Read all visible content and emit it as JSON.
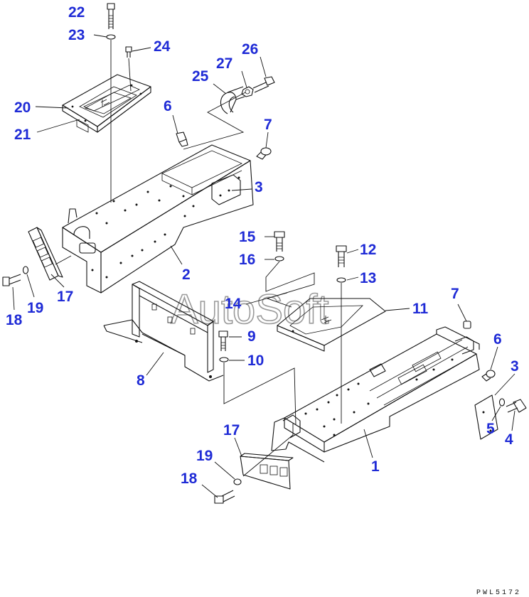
{
  "watermark": "AutoSoft",
  "drawing_code": "PWL5172",
  "callouts": [
    {
      "id": "c22",
      "text": "22"
    },
    {
      "id": "c23",
      "text": "23"
    },
    {
      "id": "c24",
      "text": "24"
    },
    {
      "id": "c26",
      "text": "26"
    },
    {
      "id": "c27",
      "text": "27"
    },
    {
      "id": "c25",
      "text": "25"
    },
    {
      "id": "c20",
      "text": "20"
    },
    {
      "id": "c21",
      "text": "21"
    },
    {
      "id": "c6a",
      "text": "6"
    },
    {
      "id": "c7a",
      "text": "7"
    },
    {
      "id": "c3a",
      "text": "3"
    },
    {
      "id": "c2",
      "text": "2"
    },
    {
      "id": "c17a",
      "text": "17"
    },
    {
      "id": "c19a",
      "text": "19"
    },
    {
      "id": "c18a",
      "text": "18"
    },
    {
      "id": "c15",
      "text": "15"
    },
    {
      "id": "c16",
      "text": "16"
    },
    {
      "id": "c12",
      "text": "12"
    },
    {
      "id": "c13",
      "text": "13"
    },
    {
      "id": "c14",
      "text": "14"
    },
    {
      "id": "c11",
      "text": "11"
    },
    {
      "id": "c7b",
      "text": "7"
    },
    {
      "id": "c6b",
      "text": "6"
    },
    {
      "id": "c3b",
      "text": "3"
    },
    {
      "id": "c9",
      "text": "9"
    },
    {
      "id": "c10",
      "text": "10"
    },
    {
      "id": "c8",
      "text": "8"
    },
    {
      "id": "c5",
      "text": "5"
    },
    {
      "id": "c4",
      "text": "4"
    },
    {
      "id": "c17b",
      "text": "17"
    },
    {
      "id": "c19b",
      "text": "19"
    },
    {
      "id": "c18b",
      "text": "18"
    },
    {
      "id": "c1",
      "text": "1"
    }
  ]
}
